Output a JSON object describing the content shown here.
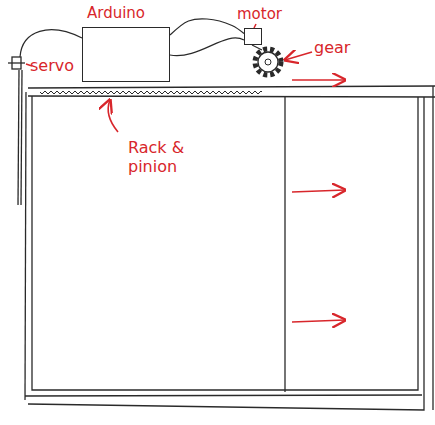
{
  "diagram": {
    "nodes": [
      {
        "text": [
          "Arduino"
        ]
      },
      {
        "text": [
          "motor"
        ]
      }
    ],
    "edges": [
      {
        "from": 0,
        "to": 1,
        "arrow": "none"
      }
    ],
    "labels": [
      "servo",
      "gear",
      "Rack & pinion"
    ]
  }
}
